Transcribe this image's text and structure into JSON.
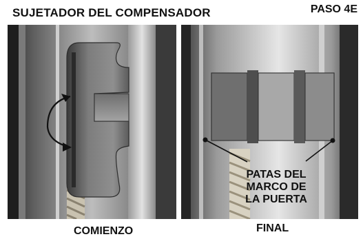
{
  "header": {
    "title": "SUJETADOR DEL COMPENSADOR",
    "step": "PASO 4E"
  },
  "panels": {
    "start_label": "COMIENZO",
    "end_label": "FINAL"
  },
  "callout": {
    "lines": [
      "PATAS DEL",
      "MARCO DE",
      "LA PUERTA"
    ]
  },
  "icons": {
    "rotation_arrow": "curved-rotation-arrow-icon"
  }
}
